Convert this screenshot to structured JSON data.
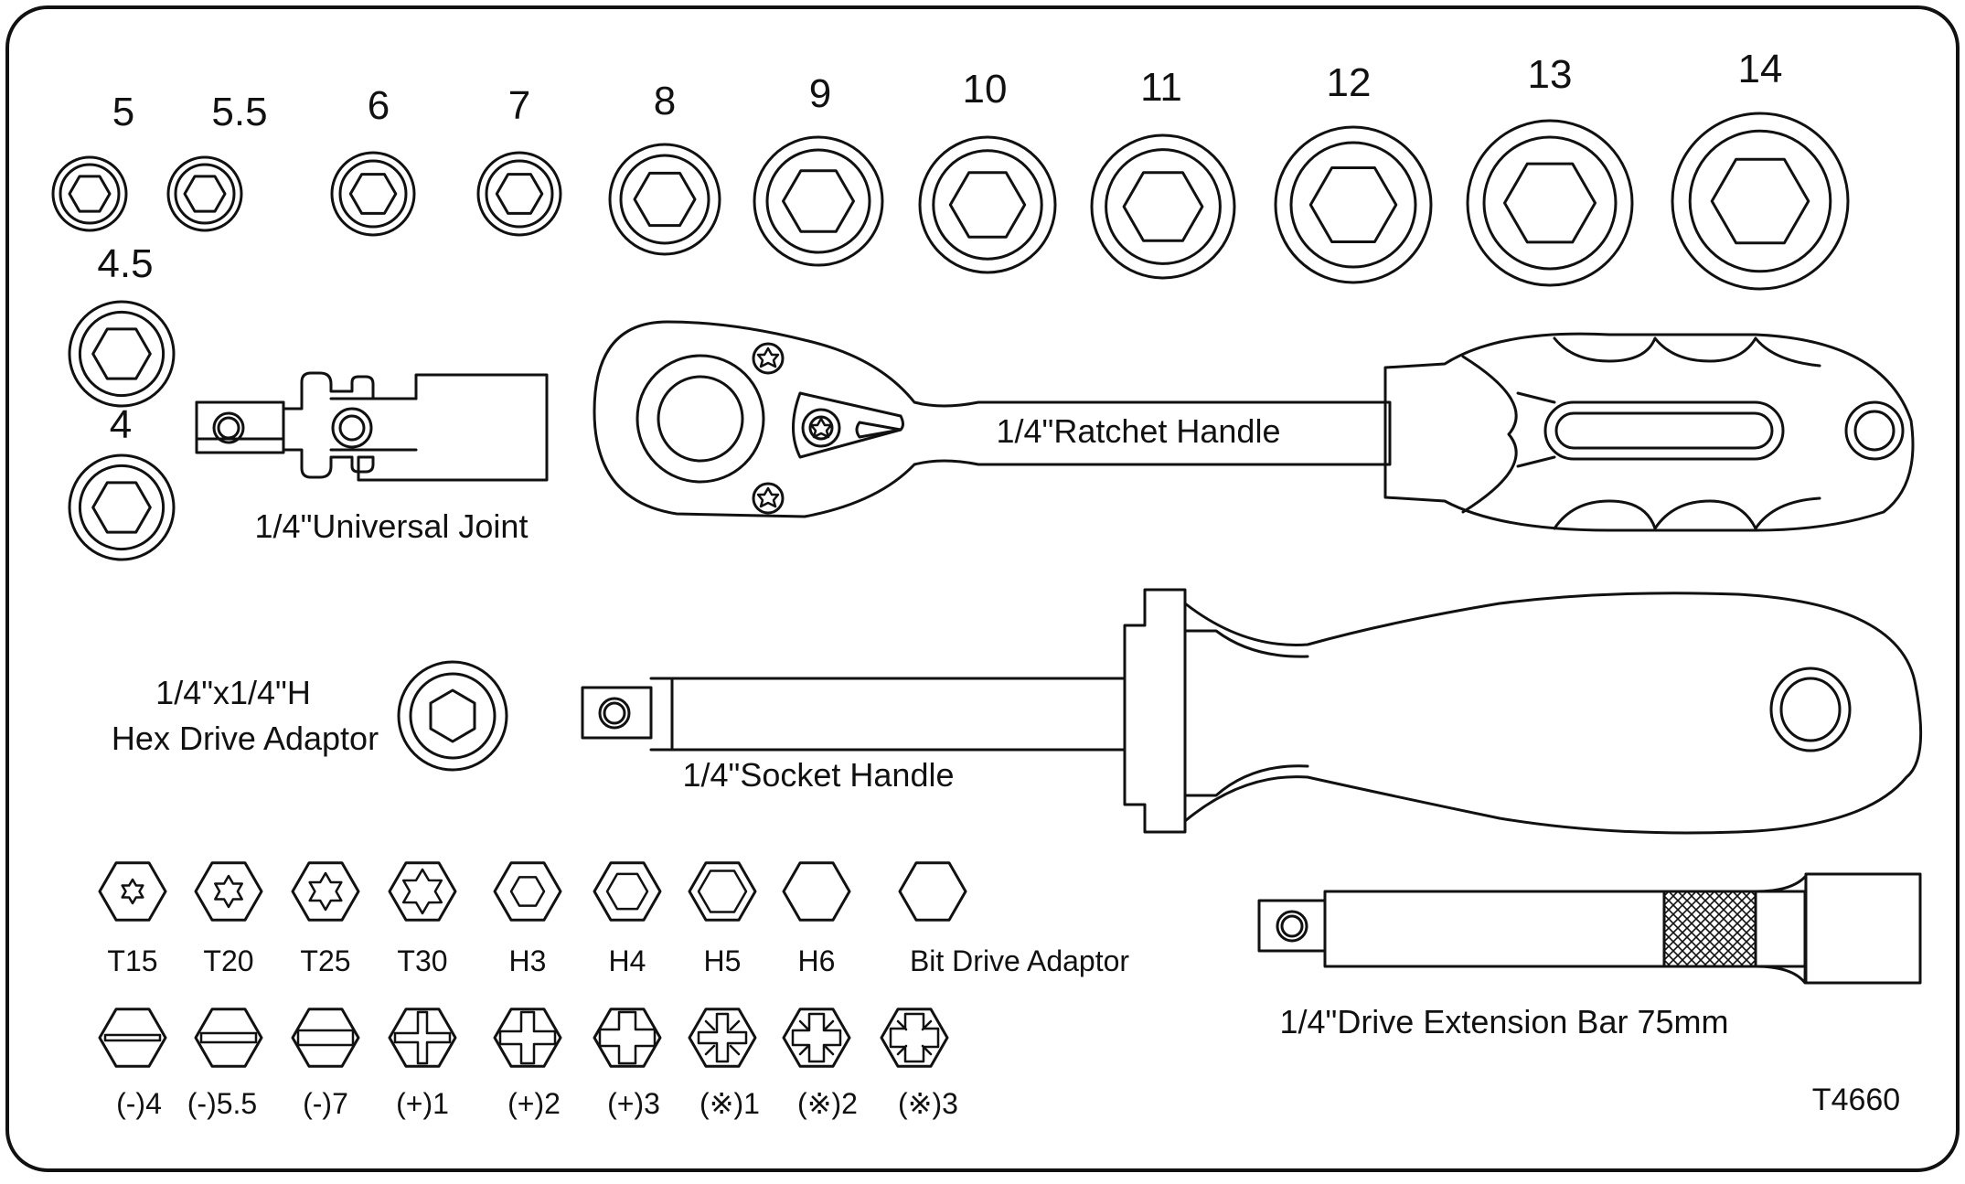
{
  "colors": {
    "line": "#111111",
    "background": "#ffffff"
  },
  "sockets": {
    "top_row": [
      "5",
      "5.5",
      "6",
      "7",
      "8",
      "9",
      "10",
      "11",
      "12",
      "13",
      "14"
    ],
    "left_column": [
      "4.5",
      "4"
    ]
  },
  "tools": {
    "universal_joint": "1/4\"Universal Joint",
    "ratchet_handle": "1/4\"Ratchet Handle",
    "hex_drive_adaptor_line1": "1/4\"x1/4\"H",
    "hex_drive_adaptor_line2": "Hex Drive Adaptor",
    "socket_handle": "1/4\"Socket Handle",
    "extension_bar": "1/4\"Drive Extension Bar 75mm"
  },
  "bits": {
    "row1": [
      "T15",
      "T20",
      "T25",
      "T30",
      "H3",
      "H4",
      "H5",
      "H6",
      "Bit Drive Adaptor"
    ],
    "row2": [
      "(-)4",
      "(-)5.5",
      "(-)7",
      "(+)1",
      "(+)2",
      "(+)3",
      "(※)1",
      "(※)2",
      "(※)3"
    ]
  },
  "model_code": "T4660"
}
